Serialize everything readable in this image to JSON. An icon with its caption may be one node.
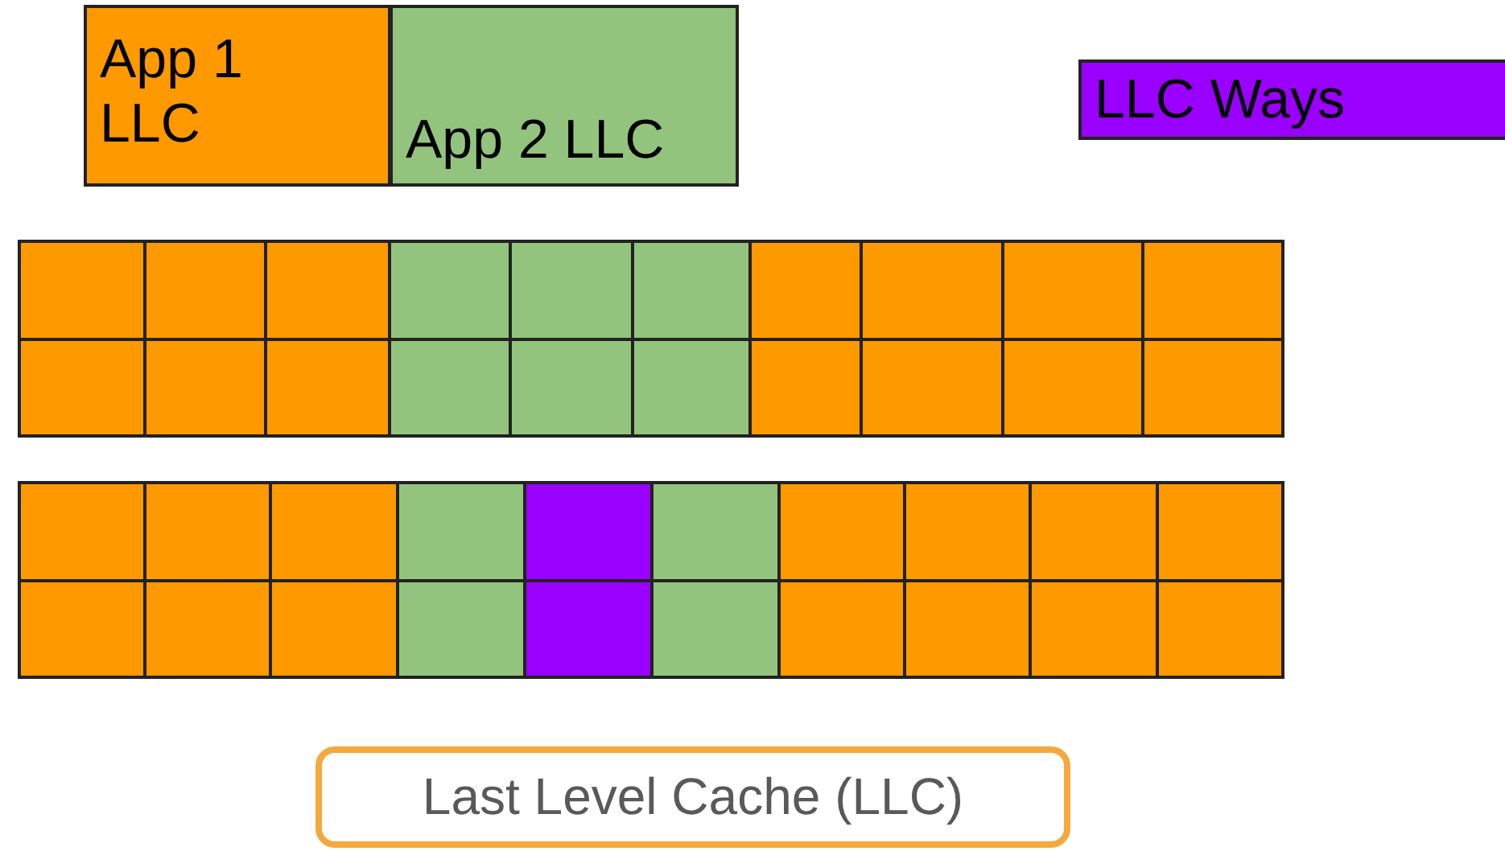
{
  "diagram": {
    "nodes": [
      {
        "text": [
          "Last Level Cache (LLC)"
        ]
      }
    ],
    "legend": [
      {
        "text": "App 1 LLC",
        "color": "#ff9900"
      },
      {
        "text": "App 2 LLC",
        "color": "#93c47d"
      },
      {
        "text": "LLC Ways",
        "color": "#9900ff"
      }
    ]
  }
}
